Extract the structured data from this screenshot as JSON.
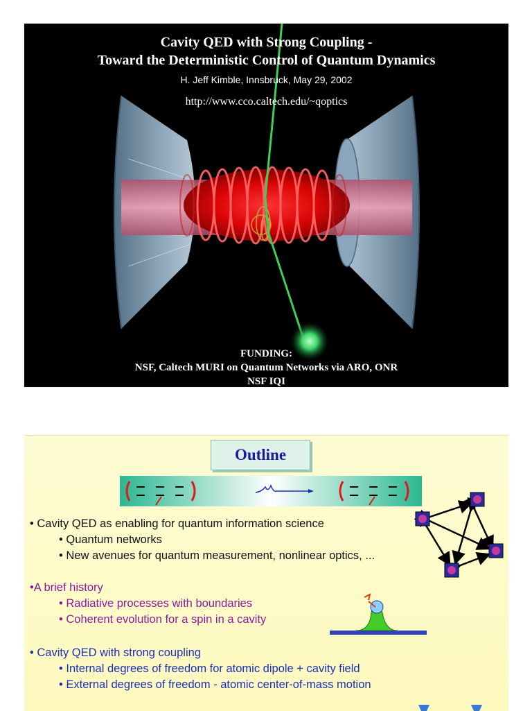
{
  "slide1": {
    "title_line1": "Cavity QED with Strong Coupling -",
    "title_line2": "Toward the Deterministic Control of Quantum Dynamics",
    "author": "H. Jeff Kimble, Innsbruck, May 29, 2002",
    "url": "http://www.cco.caltech.edu/~qoptics",
    "funding_heading": "FUNDING:",
    "funding_line1": "NSF, Caltech MURI on Quantum Networks via ARO, ONR",
    "funding_line2": "NSF IQI"
  },
  "slide2": {
    "title": "Outline",
    "bullets": [
      {
        "text": "• Cavity QED as enabling for quantum information science",
        "color": "#111111"
      },
      {
        "text": "• Quantum networks",
        "color": "#111111"
      },
      {
        "text": "• New avenues for quantum measurement, nonlinear optics, ...",
        "color": "#111111"
      },
      {
        "text": "•A brief history",
        "color": "#8a1a9e"
      },
      {
        "text": "• Radiative processes with boundaries",
        "color": "#8a1a9e"
      },
      {
        "text": "• Coherent evolution for a spin in a cavity",
        "color": "#8a1a9e"
      },
      {
        "text": "• Cavity QED with strong coupling",
        "color": "#1a2fb8"
      },
      {
        "text": "• Internal degrees of freedom for atomic dipole + cavity field",
        "color": "#1a2fb8"
      },
      {
        "text": "• External degrees of freedom - atomic center-of-mass motion",
        "color": "#1a2fb8"
      }
    ]
  }
}
